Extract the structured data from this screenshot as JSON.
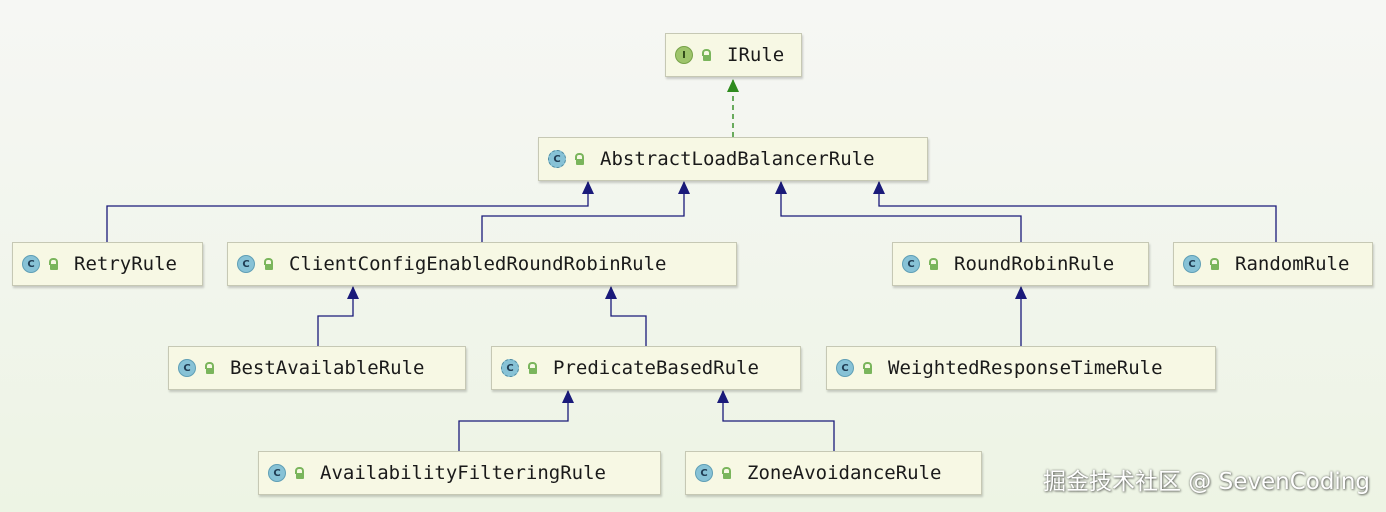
{
  "diagram": {
    "colors": {
      "extends_edge": "#1a1a7a",
      "implements_edge": "#2e8b1e",
      "node_fill": "#f7f8e4"
    },
    "nodes": [
      {
        "id": "irule",
        "label": "IRule",
        "kind": "interface",
        "kind_letter": "I"
      },
      {
        "id": "abstract",
        "label": "AbstractLoadBalancerRule",
        "kind": "abstract-class",
        "kind_letter": "C"
      },
      {
        "id": "retry",
        "label": "RetryRule",
        "kind": "class",
        "kind_letter": "C"
      },
      {
        "id": "clientconfig",
        "label": "ClientConfigEnabledRoundRobinRule",
        "kind": "class",
        "kind_letter": "C"
      },
      {
        "id": "roundrobin",
        "label": "RoundRobinRule",
        "kind": "class",
        "kind_letter": "C"
      },
      {
        "id": "random",
        "label": "RandomRule",
        "kind": "class",
        "kind_letter": "C"
      },
      {
        "id": "bestavailable",
        "label": "BestAvailableRule",
        "kind": "class",
        "kind_letter": "C"
      },
      {
        "id": "predicate",
        "label": "PredicateBasedRule",
        "kind": "abstract-class",
        "kind_letter": "C"
      },
      {
        "id": "weighted",
        "label": "WeightedResponseTimeRule",
        "kind": "class",
        "kind_letter": "C"
      },
      {
        "id": "availability",
        "label": "AvailabilityFilteringRule",
        "kind": "class",
        "kind_letter": "C"
      },
      {
        "id": "zone",
        "label": "ZoneAvoidanceRule",
        "kind": "class",
        "kind_letter": "C"
      }
    ],
    "edges": [
      {
        "from": "abstract",
        "to": "irule",
        "type": "implements"
      },
      {
        "from": "retry",
        "to": "abstract",
        "type": "extends"
      },
      {
        "from": "clientconfig",
        "to": "abstract",
        "type": "extends"
      },
      {
        "from": "roundrobin",
        "to": "abstract",
        "type": "extends"
      },
      {
        "from": "random",
        "to": "abstract",
        "type": "extends"
      },
      {
        "from": "bestavailable",
        "to": "clientconfig",
        "type": "extends"
      },
      {
        "from": "predicate",
        "to": "clientconfig",
        "type": "extends"
      },
      {
        "from": "weighted",
        "to": "roundrobin",
        "type": "extends"
      },
      {
        "from": "availability",
        "to": "predicate",
        "type": "extends"
      },
      {
        "from": "zone",
        "to": "predicate",
        "type": "extends"
      }
    ]
  },
  "watermark": {
    "text": "掘金技术社区 @ SevenCoding"
  }
}
